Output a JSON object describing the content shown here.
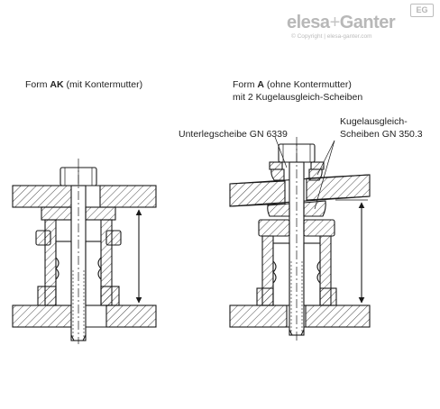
{
  "brand": {
    "name_left": "elesa",
    "plus": "+",
    "name_right": "Ganter",
    "copyright": "© Copyright | elesa-ganter.com",
    "badge": "EG"
  },
  "left_view": {
    "title_prefix": "Form ",
    "title_bold": "AK",
    "title_suffix": " (mit Kontermutter)"
  },
  "right_view": {
    "title_line1_prefix": "Form ",
    "title_line1_bold": "A",
    "title_line1_suffix": " (ohne Kontermutter)",
    "title_line2": "mit 2 Kugelausgleich-Scheiben",
    "callout_washer": "Unterlegscheibe GN 6339",
    "callout_spherical_line1": "Kugelausgleich-",
    "callout_spherical_line2": "Scheiben GN 350.3"
  },
  "colors": {
    "line": "#1a1a1a",
    "brand_gray": "#b8b8b8"
  }
}
